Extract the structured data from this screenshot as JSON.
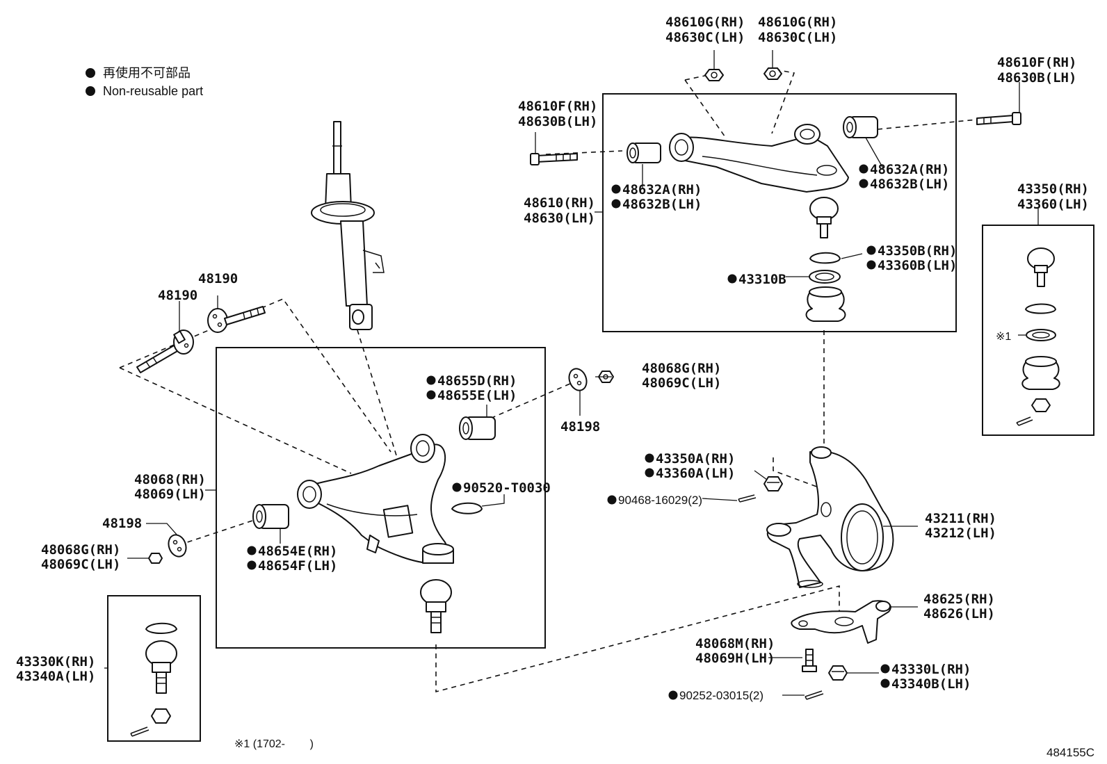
{
  "legend": {
    "jp": "再使用不可部品",
    "en": "Non-reusable part"
  },
  "labels": {
    "upper_nut_1": [
      "48610G(RH)",
      "48630C(LH)"
    ],
    "upper_nut_2": [
      "48610G(RH)",
      "48630C(LH)"
    ],
    "upper_bolt_left": [
      "48610F(RH)",
      "48630B(LH)"
    ],
    "upper_bolt_right": [
      "48610F(RH)",
      "48630B(LH)"
    ],
    "upper_arm": [
      "48610(RH)",
      "48630(LH)"
    ],
    "upper_bush_left": [
      "48632A(RH)",
      "48632B(LH)"
    ],
    "upper_bush_right": [
      "48632A(RH)",
      "48632B(LH)"
    ],
    "upper_snap_ring": [
      "43350B(RH)",
      "43360B(LH)"
    ],
    "upper_ring": [
      "43310B"
    ],
    "ball_joint_kit": [
      "43350(RH)",
      "43360(LH)"
    ],
    "strut_bolt_1": [
      "48190"
    ],
    "strut_bolt_2": [
      "48190"
    ],
    "rear_bush": [
      "48655D(RH)",
      "48655E(LH)"
    ],
    "cam_nut_right": [
      "48068G(RH)",
      "48069C(LH)"
    ],
    "cam_plate_right": [
      "48198"
    ],
    "lower_arm": [
      "48068(RH)",
      "48069(LH)"
    ],
    "snap_ring_lower": [
      "90520-T0030"
    ],
    "cam_plate_left": [
      "48198"
    ],
    "cam_nut_left": [
      "48068G(RH)",
      "48069C(LH)"
    ],
    "front_bush": [
      "48654E(RH)",
      "48654F(LH)"
    ],
    "knuckle_nut": [
      "43350A(RH)",
      "43360A(LH)"
    ],
    "knuckle_pin": [
      "90468-16029(2)"
    ],
    "knuckle": [
      "43211(RH)",
      "43212(LH)"
    ],
    "steering_arm": [
      "48625(RH)",
      "48626(LH)"
    ],
    "arm_bolt": [
      "48068M(RH)",
      "48069H(LH)"
    ],
    "lower_ball_nut": [
      "43330L(RH)",
      "43340B(LH)"
    ],
    "cotter_pin": [
      "90252-03015(2)"
    ],
    "lower_ball_joint": [
      "43330K(RH)",
      "43340A(LH)"
    ]
  },
  "note_mark": "※1",
  "footnote": "※1 (1702-        )",
  "drawing_code": "484155C"
}
